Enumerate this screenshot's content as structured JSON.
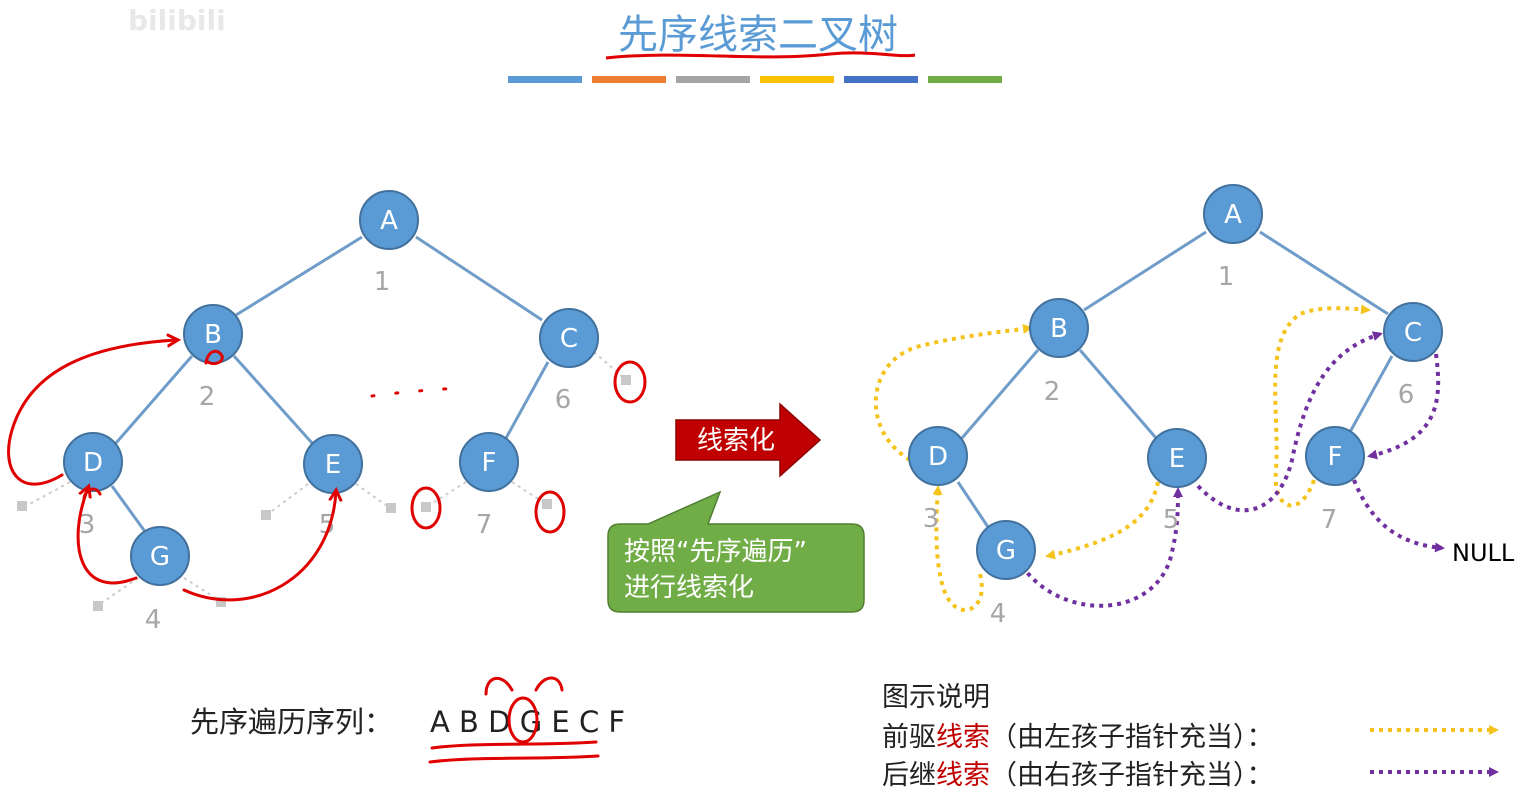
{
  "watermark": "bilibili",
  "title": "先序线索二叉树",
  "color_bar": [
    "#5b9bd5",
    "#ed7d31",
    "#a5a5a5",
    "#ffc000",
    "#4472c4",
    "#70ad47"
  ],
  "colors": {
    "node_fill": "#5b9bd5",
    "node_stroke": "#41719c",
    "edge": "#6f9cc9",
    "index": "#a6a6a6",
    "pred_thread": "#f5c31b",
    "succ_thread": "#7030a0",
    "annotation": "#e00000",
    "arrow_fill": "#c00000",
    "callout_fill": "#70ad47",
    "title": "#5b9bd5",
    "thread_word": "#c00000"
  },
  "left_tree": {
    "nodes": [
      {
        "label": "A",
        "index": "1"
      },
      {
        "label": "B",
        "index": "2"
      },
      {
        "label": "C",
        "index": "6"
      },
      {
        "label": "D",
        "index": "3"
      },
      {
        "label": "E",
        "index": "5"
      },
      {
        "label": "F",
        "index": "7"
      },
      {
        "label": "G",
        "index": "4"
      }
    ]
  },
  "right_tree": {
    "nodes": [
      {
        "label": "A",
        "index": "1"
      },
      {
        "label": "B",
        "index": "2"
      },
      {
        "label": "C",
        "index": "6"
      },
      {
        "label": "D",
        "index": "3"
      },
      {
        "label": "E",
        "index": "5"
      },
      {
        "label": "F",
        "index": "7"
      },
      {
        "label": "G",
        "index": "4"
      }
    ],
    "null_label": "NULL"
  },
  "arrow_label": "线索化",
  "callout": {
    "line1": "按照“先序遍历”",
    "line2": "进行线索化"
  },
  "preorder": {
    "label": "先序遍历序列：",
    "sequence": "A B D G E C F"
  },
  "legend": {
    "title": "图示说明",
    "pred_prefix": "前驱",
    "pred_word": "线索",
    "pred_suffix": "（由左孩子指针充当）：",
    "succ_prefix": "后继",
    "succ_word": "线索",
    "succ_suffix": "（由右孩子指针充当）："
  }
}
